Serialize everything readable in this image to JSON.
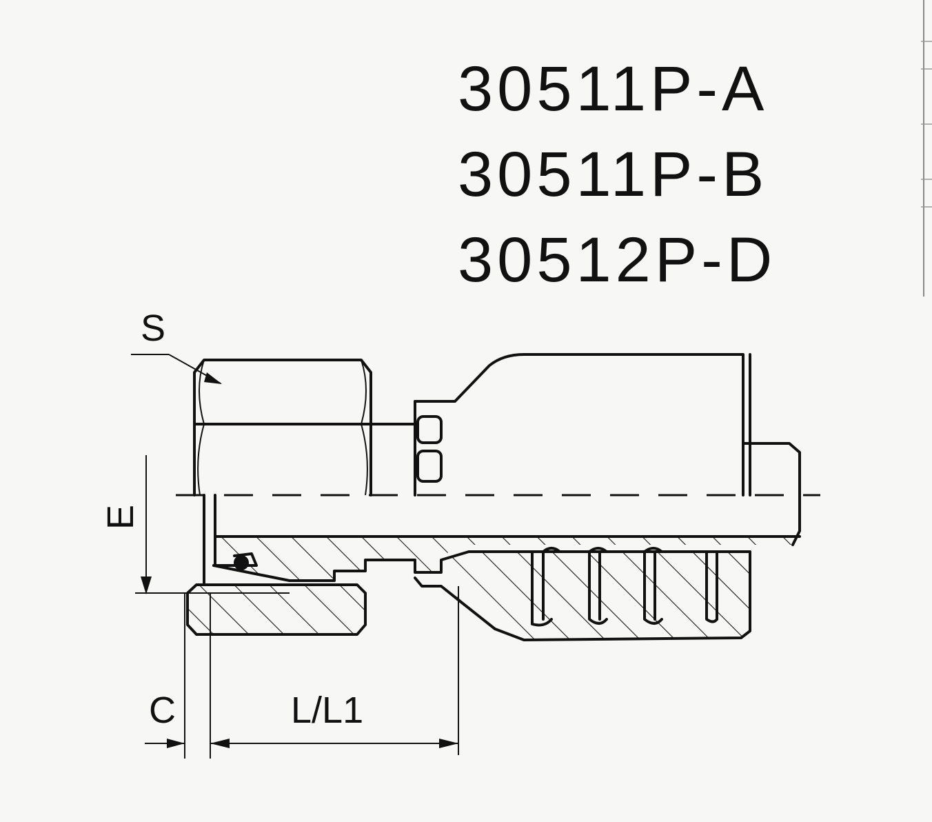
{
  "part_numbers": [
    "30511P-A",
    "30511P-B",
    "30512P-D"
  ],
  "dimension_labels": {
    "s": "S",
    "e": "E",
    "c": "C",
    "l": "L/L1"
  }
}
